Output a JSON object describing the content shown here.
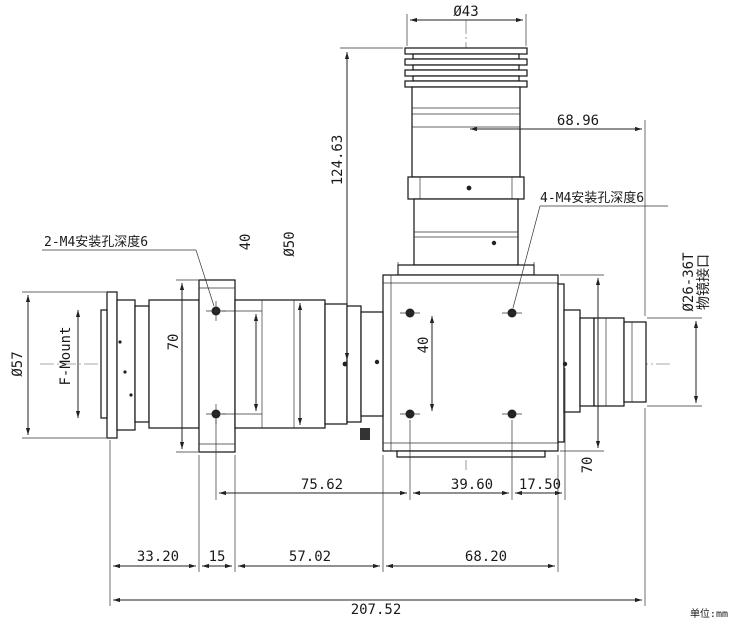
{
  "dimensions": {
    "top_diameter": "Ø43",
    "height_124": "124.63",
    "offset_68_96": "68.96",
    "hole_spacing_40_left": "40",
    "diameter_50": "Ø50",
    "height_70_left": "70",
    "diameter_57": "Ø57",
    "hole_spacing_40_center": "40",
    "height_70_right": "70",
    "offset_75_62": "75.62",
    "offset_39_60": "39.60",
    "offset_17_50": "17.50",
    "seg_33_20": "33.20",
    "seg_15": "15",
    "seg_57_02": "57.02",
    "seg_68_20": "68.20",
    "total_207_52": "207.52"
  },
  "labels": {
    "left_mount_holes": "2-M4安装孔深度6",
    "right_mount_holes": "4-M4安装孔深度6",
    "f_mount": "F-Mount",
    "objective_thread": "Ø26-36T",
    "objective_interface": "物镜接口",
    "unit": "单位:mm"
  }
}
